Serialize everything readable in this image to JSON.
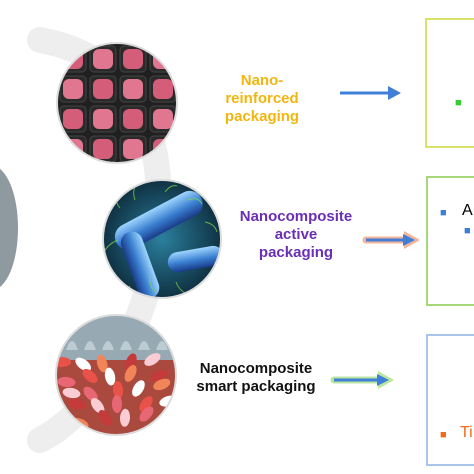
{
  "items": [
    {
      "label": "Nano-\nreinforced\npackaging",
      "color": "#f2b60f",
      "image": "meat-trays"
    },
    {
      "label": "Nanocomposite\nactive\npackaging",
      "color": "#6a2fb4",
      "image": "bacteria"
    },
    {
      "label": "Nanocomposite\nsmart packaging",
      "color": "#111111",
      "image": "packaged-produce"
    }
  ],
  "boxes": [
    {
      "border": "#d9e36a",
      "bullet_color": "#33cc33",
      "text": ""
    },
    {
      "border": "#a8d779",
      "bullet_color": "#3d7fd8",
      "text": "A"
    },
    {
      "border": "#a9c6ea",
      "bullet_color": "#ef6b1a",
      "text": "Ti"
    }
  ],
  "arrows": [
    {
      "color": "#3f7fd8"
    },
    {
      "color": "#3f7fd8",
      "glow": "#f4b39a"
    },
    {
      "color": "#3f7fd8",
      "glow": "#b8e6a0"
    }
  ]
}
